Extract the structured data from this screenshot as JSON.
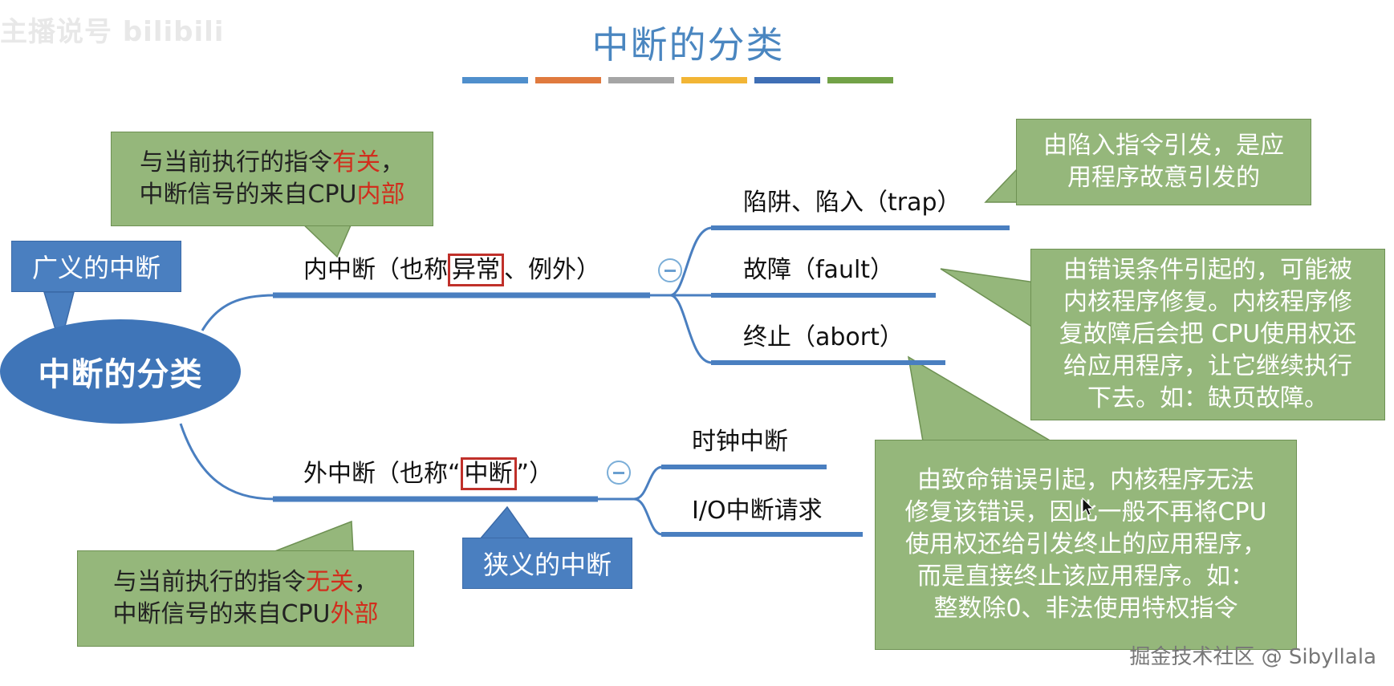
{
  "logo_text": "主播说号 bilibili",
  "title": "中断的分类",
  "color_bar": [
    "#4f8fcc",
    "#e07a3e",
    "#a5a5a5",
    "#f2b535",
    "#3f6fb5",
    "#72a247"
  ],
  "center": {
    "label": "中断的分类"
  },
  "broad_callout": "广义的中断",
  "narrow_callout": "狭义的中断",
  "internal": {
    "prefix": "内中断（也称",
    "boxed": "异常",
    "suffix": "、例外）",
    "note": {
      "line1": "与当前执行的指令",
      "line1_red": "有关",
      "line1_end": "，",
      "line2": "中断信号的来自CPU",
      "line2_red": "内部"
    },
    "children": [
      "陷阱、陷入（trap）",
      "故障（fault）",
      "终止（abort）"
    ]
  },
  "external": {
    "prefix": "外中断（也称“",
    "boxed": "中断",
    "suffix": "”）",
    "note": {
      "line1": "与当前执行的指令",
      "line1_red": "无关",
      "line1_end": "，",
      "line2": "中断信号的来自CPU",
      "line2_red": "外部"
    },
    "children": [
      "时钟中断",
      "I/O中断请求"
    ]
  },
  "trap_note": [
    "由陷入指令引发，是应",
    "用程序故意引发的"
  ],
  "fault_note": [
    "由错误条件引起的，可能被",
    "内核程序修复。内核程序修",
    "复故障后会把 CPU使用权还",
    "给应用程序，让它继续执行",
    "下去。如：缺页故障。"
  ],
  "abort_note": [
    "由致命错误引起，内核程序无法",
    "修复该错误，因此一般不再将CPU",
    "使用权还给引发终止的应用程序，",
    "而是直接终止该应用程序。如：",
    "整数除0、非法使用特权指令"
  ],
  "watermark": "掘金技术社区 @ Sibyllala",
  "colors": {
    "branch": "#4a7fc0",
    "callout_green": "#95b77b",
    "callout_blue": "#4a7fc0",
    "highlight_red": "#d12e1d"
  }
}
